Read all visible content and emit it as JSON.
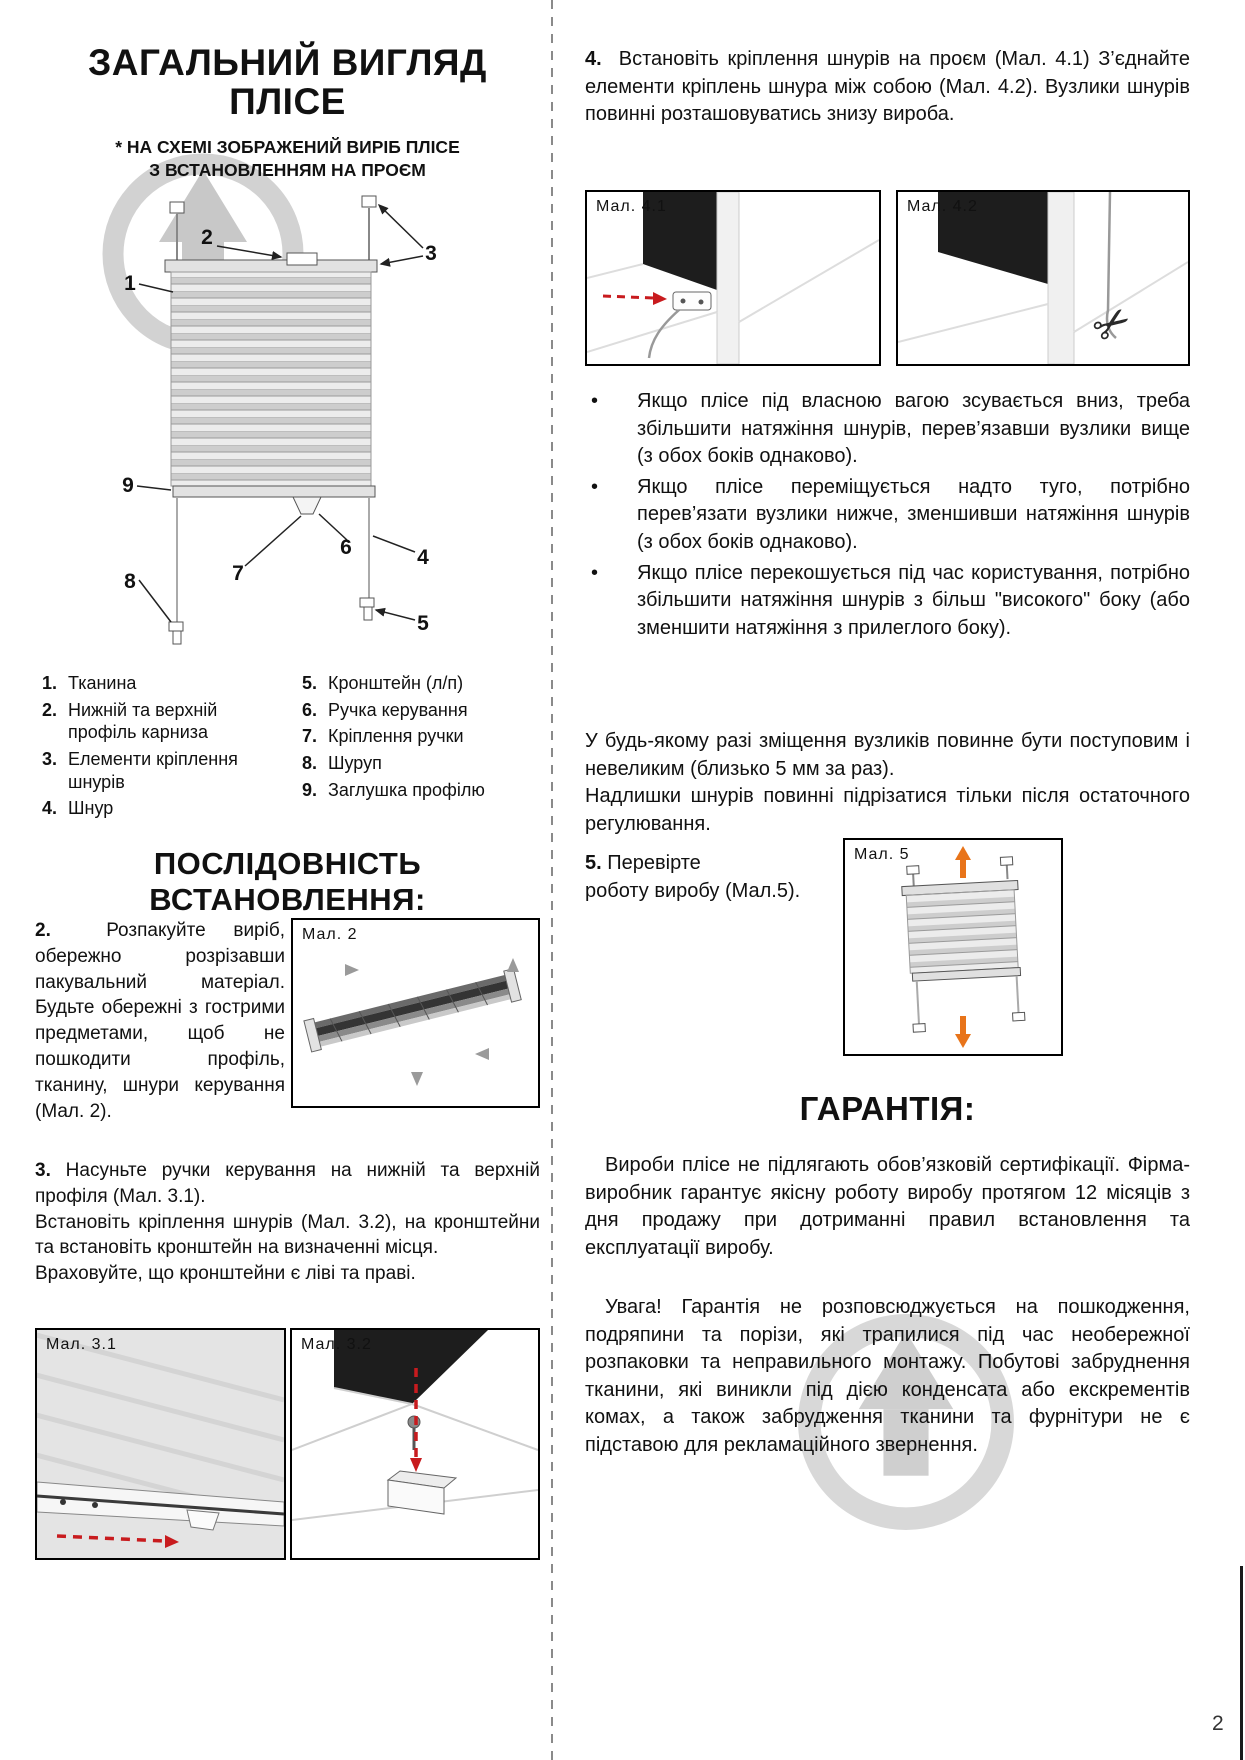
{
  "colors": {
    "arrow_red": "#c81b1e",
    "arrow_orange": "#e8741a",
    "watermark_gray": "#d2d2d2",
    "text": "#111111"
  },
  "icons": {
    "scissors": "✂",
    "bullet": "•"
  },
  "page": {
    "number": "2"
  },
  "left": {
    "title_line1": "ЗАГАЛЬНИЙ ВИГЛЯД",
    "title_line2": "ПЛІСЕ",
    "subtitle_line1": "* НА СХЕМІ ЗОБРАЖЕНИЙ ВИРІБ ПЛІСЕ",
    "subtitle_line2": "З ВСТАНОВЛЕННЯМ НА ПРОЄМ",
    "callouts": [
      "1",
      "2",
      "3",
      "4",
      "5",
      "6",
      "7",
      "8",
      "9"
    ],
    "legend": [
      {
        "num": "1.",
        "text": "Тканина"
      },
      {
        "num": "2.",
        "text": "Нижній та верхній профіль карниза"
      },
      {
        "num": "3.",
        "text": "Елементи кріплення шнурів"
      },
      {
        "num": "4.",
        "text": "Шнур"
      },
      {
        "num": "5.",
        "text": "Кронштейн (л/п)"
      },
      {
        "num": "6.",
        "text": "Ручка керування"
      },
      {
        "num": "7.",
        "text": "Кріплення ручки"
      },
      {
        "num": "8.",
        "text": "Шуруп"
      },
      {
        "num": "9.",
        "text": "Заглушка профілю"
      }
    ],
    "sequence_heading": "ПОСЛІДОВНІСТЬ ВСТАНОВЛЕННЯ:",
    "step2": {
      "num": "2.",
      "text": "Розпакуйте виріб, обережно розрізавши пакувальний матеріал. Будьте обережні з гострими предметами, щоб не пошкодити профіль, тканину, шнури керування (Мал. 2)."
    },
    "fig2_label": "Мал. 2",
    "step3": {
      "num": "3.",
      "s1": "Насуньте ручки керування на нижній та верхній профіля (Мал. 3.1).",
      "s2": "Встановіть кріплення шнурів (Мал. 3.2), на кронштейни та встановіть кронштейн на визначенні місця.",
      "s3": "Враховуйте, що кронштейни є ліві та праві."
    },
    "fig31_label": "Мал. 3.1",
    "fig32_label": "Мал. 3.2"
  },
  "right": {
    "step4": {
      "num": "4.",
      "text": "Встановіть кріплення шнурів на проєм (Мал. 4.1) З’єднайте елементи кріплень шнура між собою (Мал. 4.2). Вузлики шнурів повинні розташовуватись знизу вироба."
    },
    "fig41_label": "Мал. 4.1",
    "fig42_label": "Мал. 4.2",
    "bullets": [
      "Якщо плісе під власною вагою зсувається вниз, треба збільшити натяжіння шнурів, перев’язавши вузлики вище (з обох боків однаково).",
      "Якщо плісе переміщується надто туго, потрібно перев’язати вузлики нижче, зменшивши натяжіння шнурів (з обох боків однаково).",
      "Якщо плісе перекошується під час користування, потрібно збільшити натяжіння шнурів з більш \"високого\" боку (або зменшити натяжіння з прилеглого боку)."
    ],
    "note1": "У будь-якому разі зміщення вузликів повинне бути поступовим і невеликим (близько 5 мм за раз).",
    "note2": "Надлишки шнурів повинні підрізатися тільки після остаточного регулювання.",
    "step5": {
      "num": "5.",
      "l1": "Перевірте",
      "l2": "роботу виробу (Мал.5)."
    },
    "fig5_label": "Мал. 5",
    "warranty_heading": "ГАРАНТІЯ:",
    "warranty_p1": "Вироби плісе не підлягають обов’язковій сертифікації. Фірма-виробник гарантує якісну роботу виробу протягом 12 місяців з дня продажу при дотриманні правил встановлення та експлуатації виробу.",
    "warranty_p2": "Увага! Гарантія не розповсюджується на пошкодження, подряпини та порізи, які трапилися під час необережної розпаковки та неправильного монтажу. Побутові забруднення тканини, які виникли під дією конденсата або екскрементів комах, а також забрудження тканини та фурнітури не є підставою для рекламаційного звернення."
  }
}
